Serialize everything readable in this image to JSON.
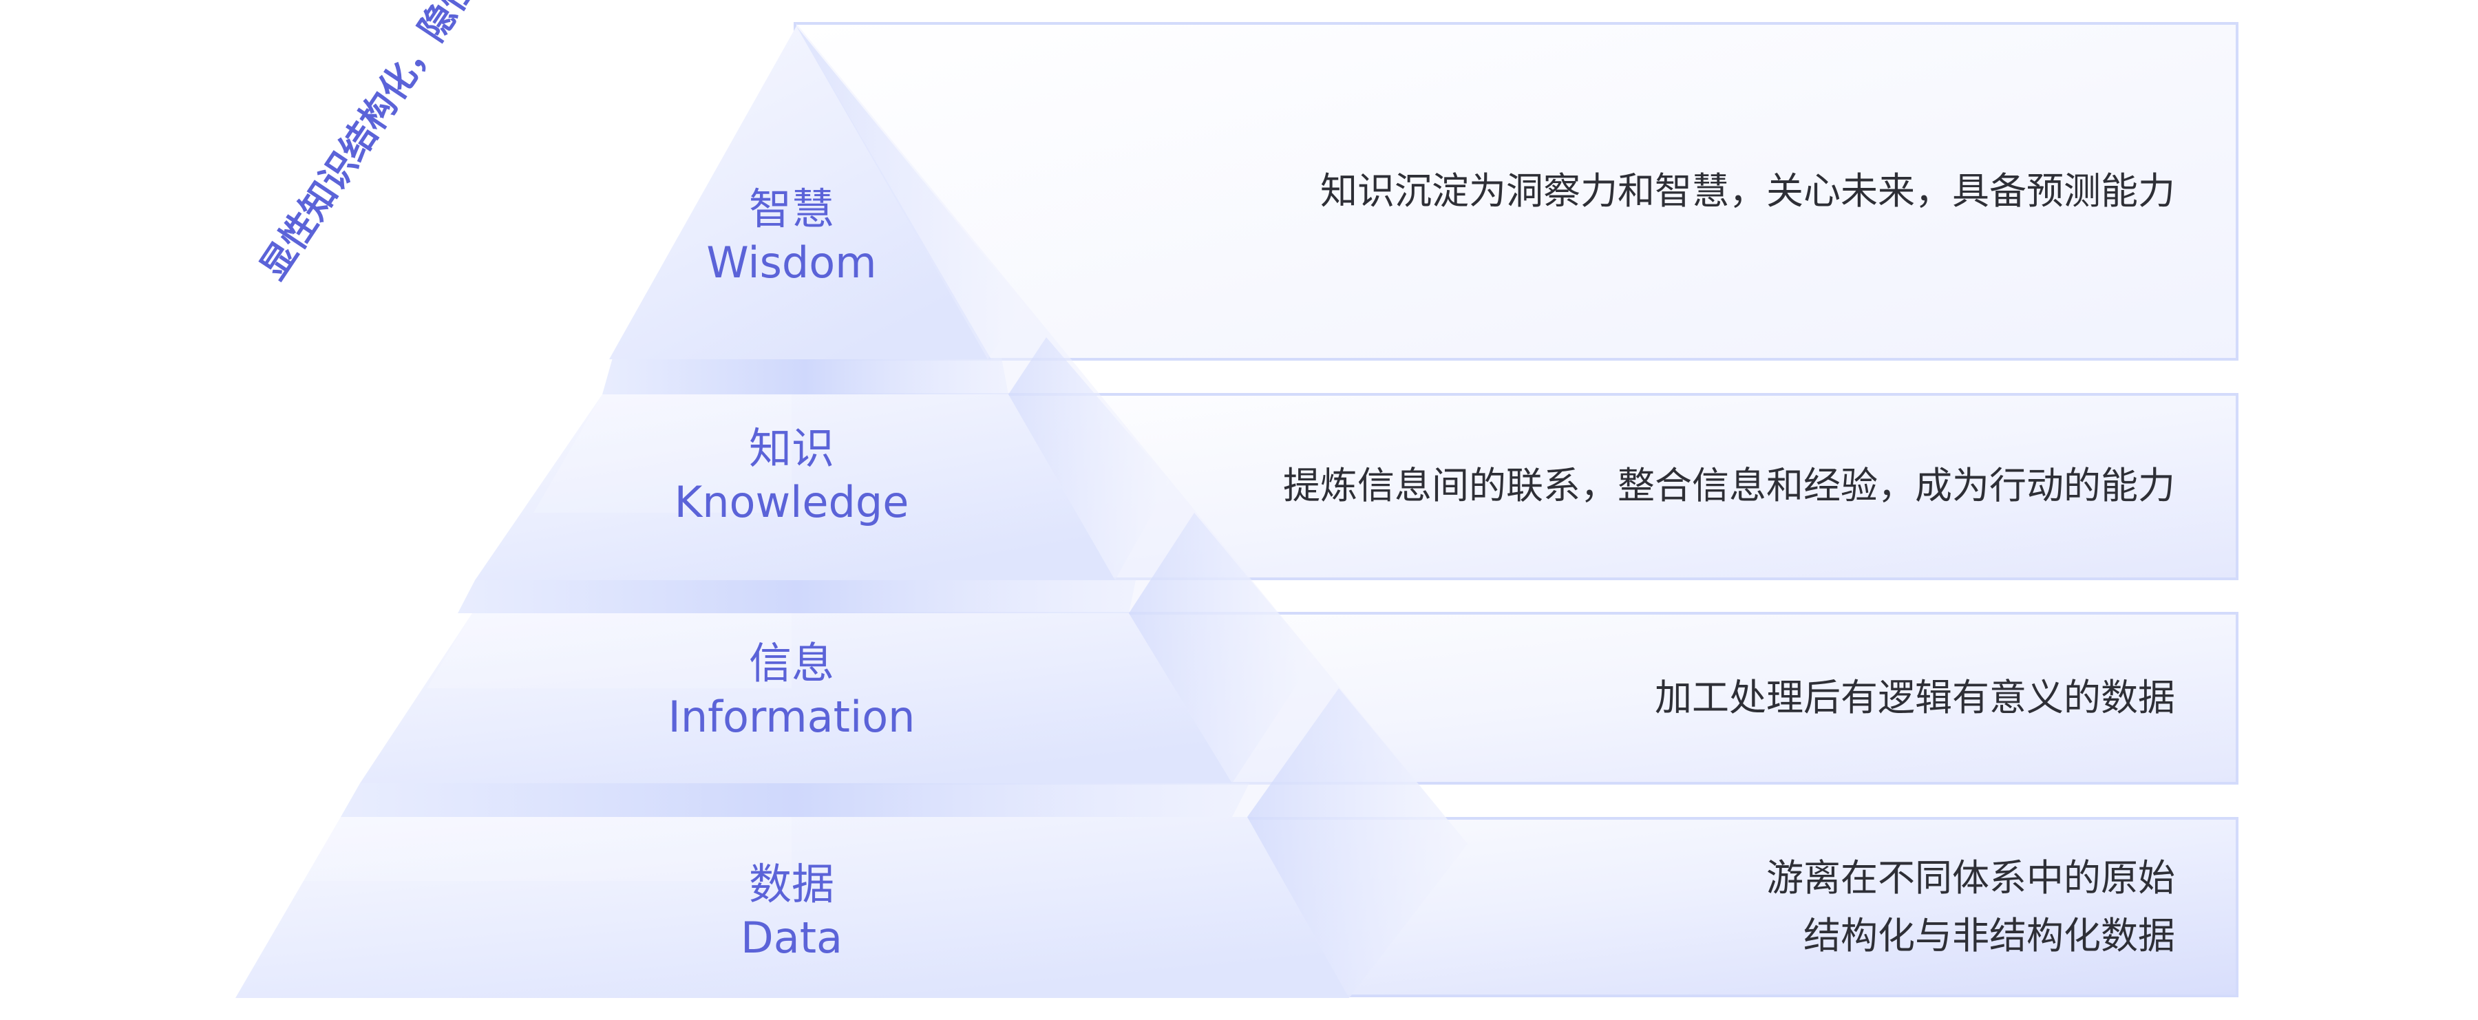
{
  "levels": [
    {
      "id": "wisdom",
      "title_zh": "智慧",
      "title_en": "Wisdom",
      "description_lines": [
        "知识沉淀为洞察力和智慧，关心未来，具备预测能力"
      ]
    },
    {
      "id": "knowledge",
      "title_zh": "知识",
      "title_en": "Knowledge",
      "description_lines": [
        "提炼信息间的联系，整合信息和经验，成为行动的能力"
      ]
    },
    {
      "id": "information",
      "title_zh": "信息",
      "title_en": "Information",
      "description_lines": [
        "加工处理后有逻辑有意义的数据"
      ]
    },
    {
      "id": "data",
      "title_zh": "数据",
      "title_en": "Data",
      "description_lines": [
        "游离在不同体系中的原始",
        "结构化与非结构化数据"
      ]
    }
  ],
  "side_caption": "显性知识结构化，隐性知识显性化",
  "colors": {
    "accent": "#5b63d8",
    "text": "#2e2f36",
    "panel_border": "#d3dbfb",
    "panel_fill_light": "#fbfcff",
    "panel_fill_dark": "#e2e6fd",
    "pyramid_light": "#f4f6ff",
    "pyramid_mid": "#e1e7fd",
    "pyramid_dark": "#c9d2fb",
    "band": "#d4dcfc"
  }
}
